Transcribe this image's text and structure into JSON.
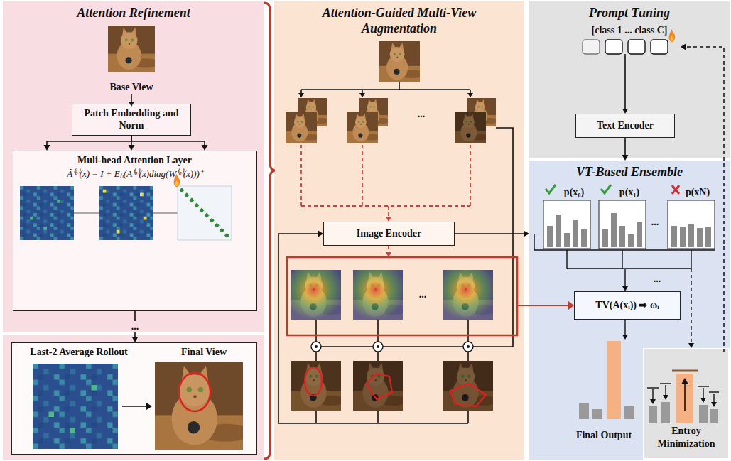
{
  "diagram": {
    "nodes": [
      {
        "text": [
          "Attention Refinement"
        ]
      },
      {
        "text": [
          "Patch Embedding and Norm"
        ],
        "in": 0
      },
      {
        "text": [
          "Muli-head Attention Layer",
          "Â⁽ᵇ⁾(x) = I + Eₕ(A⁽ᵇ⁾(x)diag(W⁽ᵇ⁾(x)))⁺"
        ],
        "in": 0
      },
      {
        "text": [
          "Last-2 Average Rollout",
          "Final View"
        ]
      },
      {
        "text": [
          "Attention-Guided Multi-View Augmentation"
        ]
      },
      {
        "text": [
          "Image Encoder"
        ],
        "in": 4
      },
      {
        "text": [
          "Prompt Tuning"
        ]
      },
      {
        "text": [
          "Text Encoder"
        ],
        "in": 6
      },
      {
        "text": [
          "VT-Based Ensemble"
        ]
      },
      {
        "text": [
          "TV(A(xᵢ)) ⇒ ωᵢ"
        ],
        "in": 8
      },
      {
        "text": [
          "Entroy Minimization"
        ]
      }
    ],
    "edges": [
      {
        "from": 1,
        "to": 2,
        "arrow": "to"
      },
      {
        "from": 1,
        "to": 2,
        "arrow": "to"
      },
      {
        "from": 1,
        "to": 2,
        "arrow": "to"
      },
      {
        "from": 2,
        "to": 3,
        "label": "...",
        "arrow": "to"
      },
      {
        "from": 5,
        "to": 8,
        "arrow": "to"
      },
      {
        "from": 7,
        "to": 8,
        "arrow": "to"
      }
    ],
    "labels": [
      "Base View",
      "...",
      "...",
      "[class 1 ... class C]",
      "p(x₀)",
      "p(x₁)",
      "p(xN)",
      "...",
      "...",
      "Final Output"
    ]
  }
}
